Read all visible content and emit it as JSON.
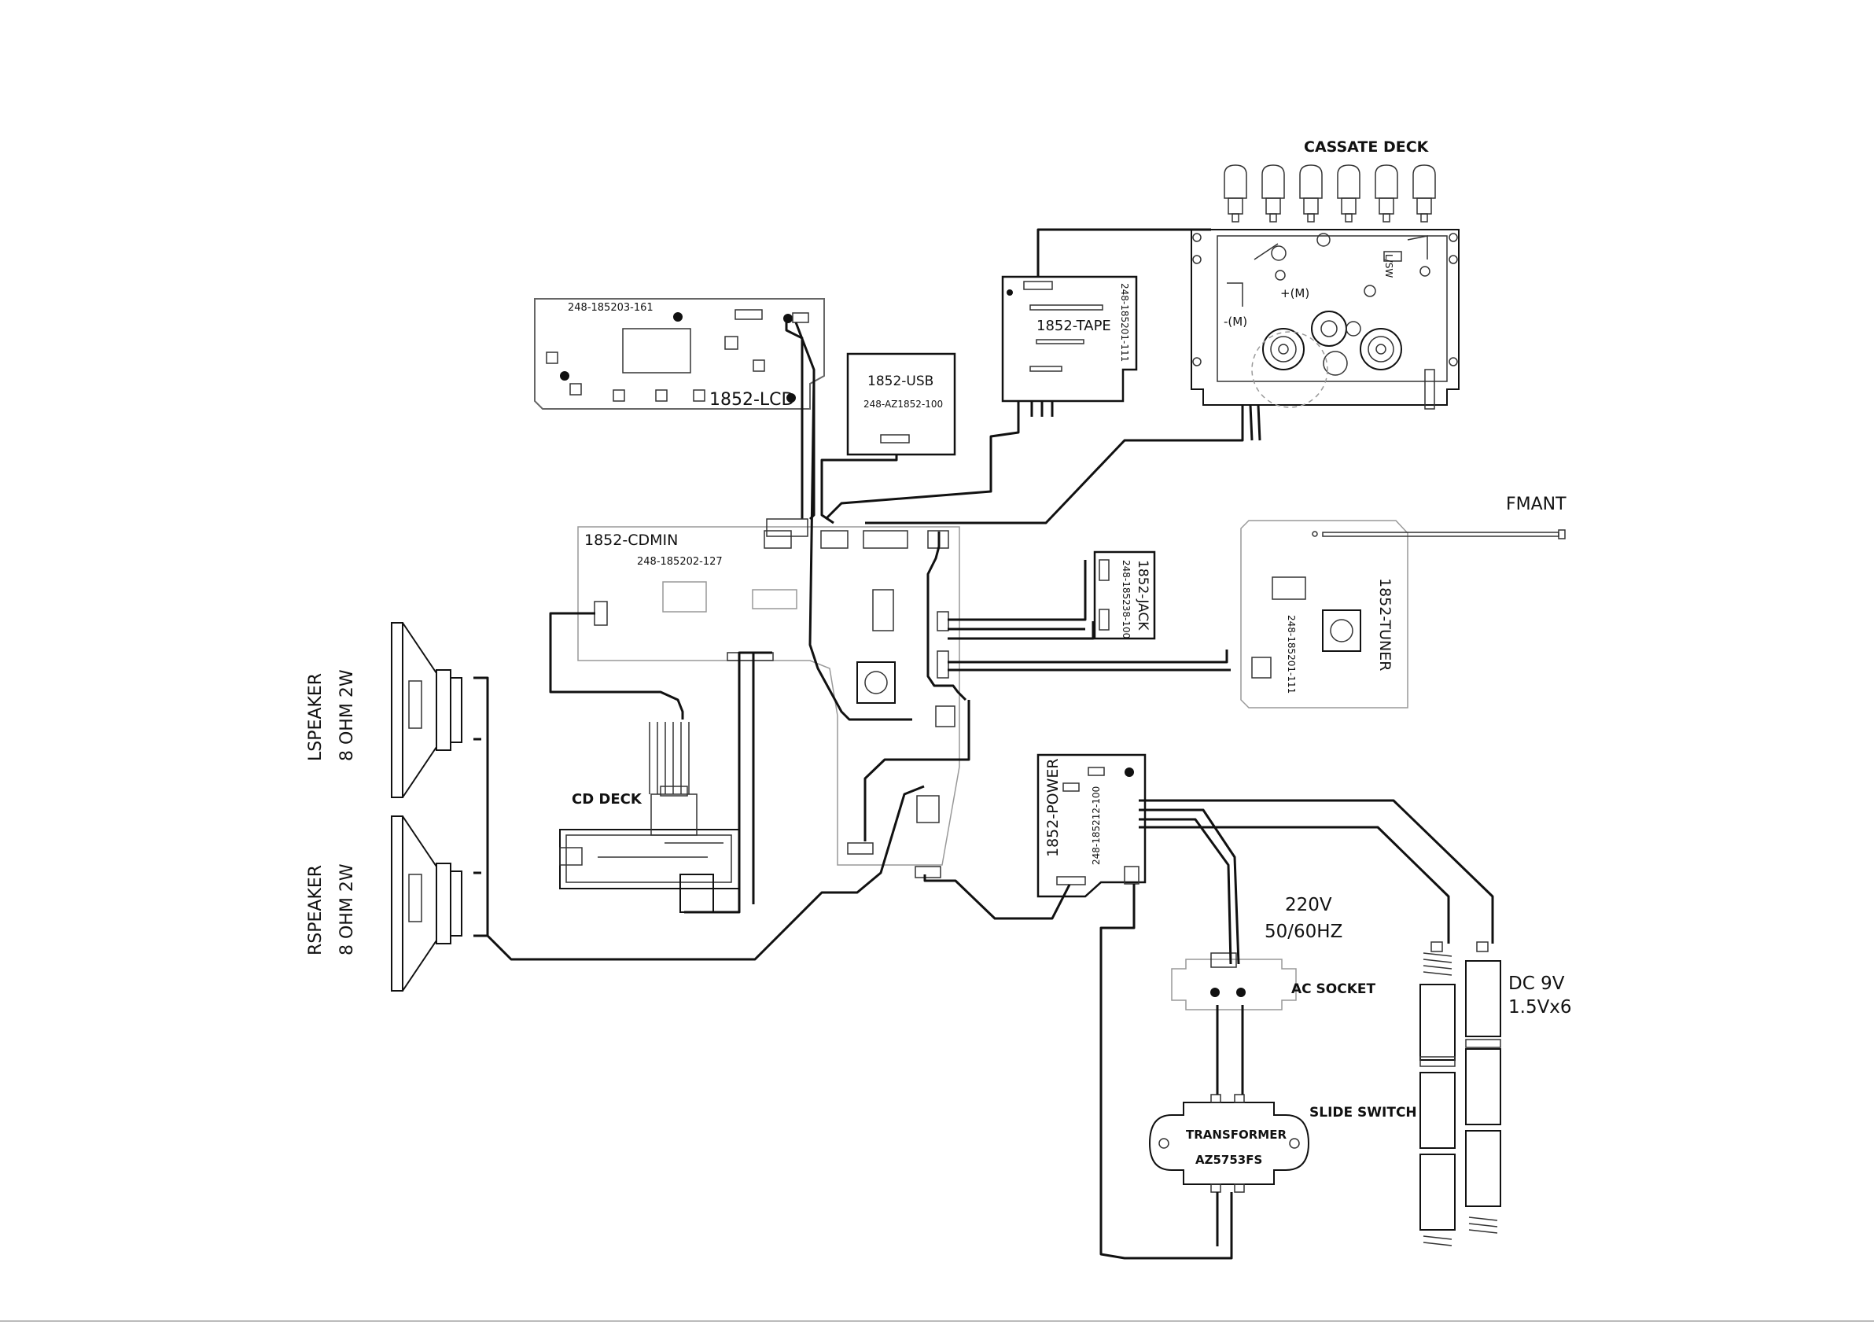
{
  "labels": {
    "cassette_deck": "CASSATE DECK",
    "fmant": "FMANT",
    "cd_deck": "CD DECK",
    "ac_socket": "AC SOCKET",
    "slide_switch": "SLIDE SWITCH",
    "transformer_name": "TRANSFORMER",
    "transformer_model": "AZ5753FS",
    "mains_voltage": "220V",
    "mains_freq": "50/60HZ",
    "dc_voltage": "DC 9V",
    "battery_spec": "1.5Vx6",
    "lspeaker_name": "LSPEAKER",
    "lspeaker_spec": "8 OHM 2W",
    "rspeaker_name": "RSPEAKER",
    "rspeaker_spec": "8 OHM 2W",
    "tape_minus_m": "-(M)",
    "tape_plus_m": "+(M)"
  },
  "boards": {
    "lcd": {
      "name": "1852-LCD",
      "part": "248-185203-161"
    },
    "usb": {
      "name": "1852-USB",
      "part": "248-AZ1852-100"
    },
    "tape": {
      "name": "1852-TAPE",
      "part": "248-185201-111"
    },
    "cdmin": {
      "name": "1852-CDMIN",
      "part": "248-185202-127"
    },
    "jack": {
      "name": "1852-JACK",
      "part": "248-185238-100"
    },
    "tuner": {
      "name": "1852-TUNER",
      "part": "248-185201-111"
    },
    "power": {
      "name": "1852-POWER",
      "part": "248-185212-100"
    }
  }
}
